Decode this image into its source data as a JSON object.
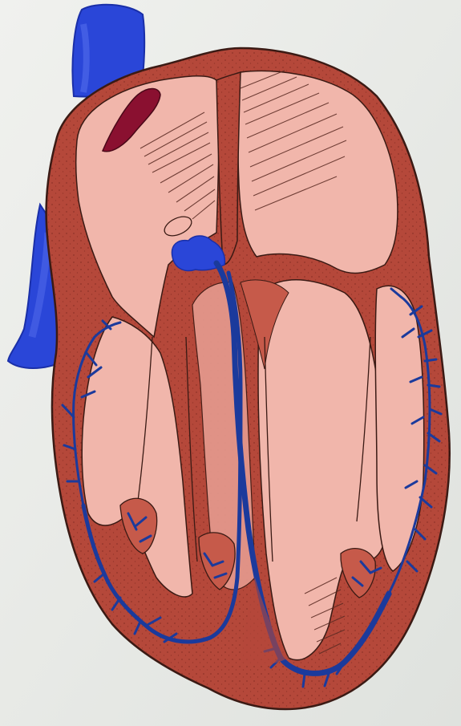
{
  "image": {
    "subject": "heart-cross-section-conduction-system",
    "colors": {
      "background": "#e9ebe7",
      "myocardium": "#b5483a",
      "myocardium_light": "#c65a4a",
      "chamber": "#f1b6ab",
      "chamber_shade": "#e59b8f",
      "vessel": "#2a46d8",
      "vessel_dark": "#1a2fa8",
      "conduction": "#1b3a9c",
      "sa_node": "#8a1030",
      "outline": "#3a1a14"
    },
    "icons": [
      "vena-cava",
      "sa-node",
      "av-node",
      "bundle-of-his",
      "purkinje-fibers"
    ]
  }
}
